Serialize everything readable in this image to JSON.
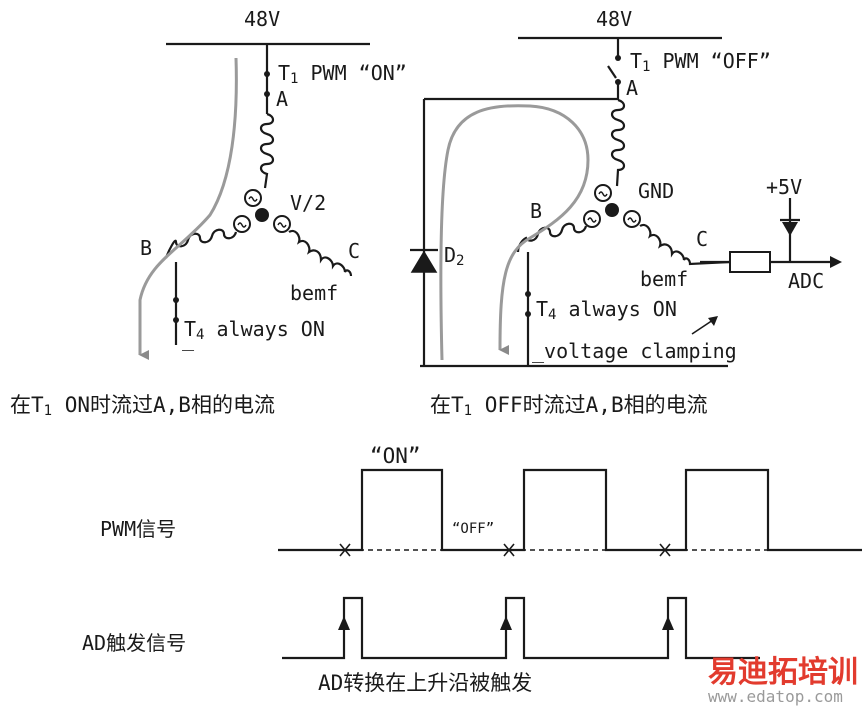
{
  "left_circuit": {
    "supply": "48V",
    "switch_label": "T",
    "switch_sub": "1",
    "switch_state": "PWM “ON”",
    "node_a": "A",
    "node_b": "B",
    "node_c": "C",
    "neutral": "V/2",
    "bemf": "bemf",
    "t4_label": "T",
    "t4_sub": "4",
    "t4_state": "always ON",
    "ground_mark": "_",
    "caption_pre": "在T",
    "caption_sub": "1",
    "caption_post": " ON时流过A,B相的电流"
  },
  "right_circuit": {
    "supply": "48V",
    "switch_label": "T",
    "switch_sub": "1",
    "switch_state": "PWM “OFF”",
    "node_a": "A",
    "node_b": "B",
    "node_c": "C",
    "neutral": "GND",
    "diode": "D",
    "diode_sub": "2",
    "bemf": "bemf",
    "t4_label": "T",
    "t4_sub": "4",
    "t4_state": "always ON",
    "clamp_note": "_voltage clamping",
    "adc_supply": "+5V",
    "adc": "ADC",
    "caption_pre": "在T",
    "caption_sub": "1",
    "caption_post": " OFF时流过A,B相的电流"
  },
  "timing": {
    "pwm_label": "PWM信号",
    "ad_label": "AD触发信号",
    "on_label": "“ON”",
    "off_label": "“OFF”",
    "caption": "AD转换在上升沿被触发"
  },
  "watermark": {
    "title": "易迪拓培训",
    "url": "www.edatop.com",
    "colors": [
      "#e23b2e",
      "#f08a24"
    ]
  }
}
